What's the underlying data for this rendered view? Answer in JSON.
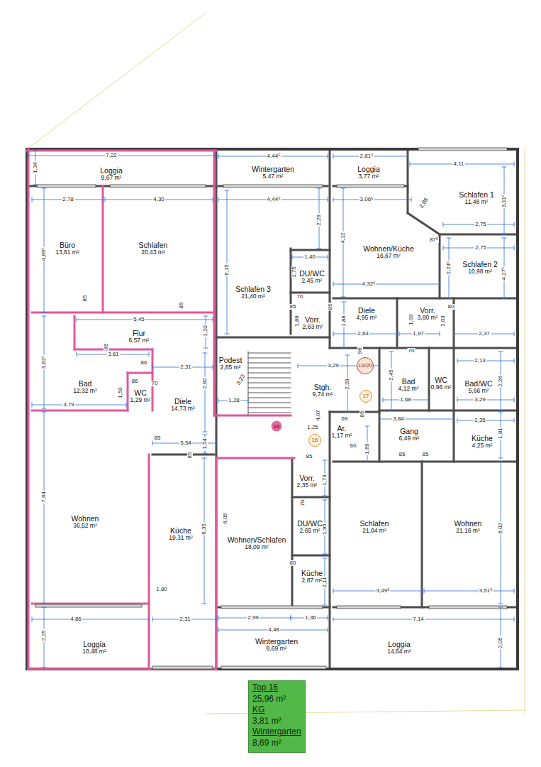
{
  "diagram": {
    "nodes": [
      {
        "text": [
          "Loggia",
          "9,67 m²"
        ]
      },
      {
        "text": [
          "Wintergarten",
          "5,47 m²"
        ]
      },
      {
        "text": [
          "Loggia",
          "3,77 m²"
        ]
      },
      {
        "text": [
          "Schlafen 1",
          "11,48 m²"
        ]
      },
      {
        "text": [
          "Büro",
          "13,61 m²"
        ]
      },
      {
        "text": [
          "Schlafen",
          "20,43 m²"
        ]
      },
      {
        "text": [
          "Schlafen 3",
          "21,40 m²"
        ]
      },
      {
        "text": [
          "DU/WC",
          "2,45 m²"
        ]
      },
      {
        "text": [
          "Wohnen/Küche",
          "16,67 m²"
        ]
      },
      {
        "text": [
          "Schlafen 2",
          "10,98 m²"
        ]
      },
      {
        "text": [
          "Vorr.",
          "2,63 m²"
        ]
      },
      {
        "text": [
          "Diele",
          "4,95 m²"
        ]
      },
      {
        "text": [
          "Vorr.",
          "3,80 m²"
        ]
      },
      {
        "text": [
          "Flur",
          "6,57 m²"
        ]
      },
      {
        "text": [
          "Podest",
          "2,85 m²"
        ]
      },
      {
        "text": [
          "Stgh.",
          "9,74 m²"
        ]
      },
      {
        "text": [
          "Bad",
          "12,32 m²"
        ]
      },
      {
        "text": [
          "WC",
          "1,29 m²"
        ]
      },
      {
        "text": [
          "Diele",
          "14,73 m²"
        ]
      },
      {
        "text": [
          "Bad",
          "4,12 m²"
        ]
      },
      {
        "text": [
          "WC",
          "0,96 m²"
        ]
      },
      {
        "text": [
          "Bad/WC",
          "5,66 m²"
        ]
      },
      {
        "text": [
          "Ar.",
          "1,17 m²"
        ]
      },
      {
        "text": [
          "Gang",
          "6,49 m²"
        ]
      },
      {
        "text": [
          "Küche",
          "4,25 m²"
        ]
      },
      {
        "text": [
          "Vorr.",
          "2,35 m²"
        ]
      },
      {
        "text": [
          "Wohnen",
          "36,52 m²"
        ]
      },
      {
        "text": [
          "Küche",
          "19,31 m²"
        ]
      },
      {
        "text": [
          "Wohnen/Schlafen",
          "18,09 m²"
        ]
      },
      {
        "text": [
          "DU/WC",
          "2,65 m²"
        ]
      },
      {
        "text": [
          "Schlafen",
          "21,04 m²"
        ]
      },
      {
        "text": [
          "Wohnen",
          "21,16 m²"
        ]
      },
      {
        "text": [
          "Küche",
          "2,87 m²"
        ]
      },
      {
        "text": [
          "Loggia",
          "10,48 m²"
        ]
      },
      {
        "text": [
          "Wintergarten",
          "8,69 m²"
        ]
      },
      {
        "text": [
          "Loggia",
          "14,64 m²"
        ]
      },
      {
        "text": [
          "Top 16",
          "25,96 m²",
          "KG",
          "3,81 m²",
          "Wintergarten",
          "8,69 m²"
        ]
      }
    ],
    "labels": [
      "7,22",
      "1,34",
      "2,78",
      "4,30",
      "4,89⁵",
      "85",
      "85",
      "5,45",
      "1,20",
      "3,82⁵",
      "85",
      "3,61",
      "86",
      "86",
      "70",
      "1,50",
      "3,79",
      "2,31",
      "2,82",
      "85",
      "5,54",
      "1,54",
      "85",
      "7,64",
      "1,80",
      "6,35",
      "4,86",
      "2,31",
      "2,25",
      "4,44⁵",
      "4,44⁵",
      "2,26",
      "6,15",
      "1,40",
      "1,75",
      "70",
      "85",
      "85",
      "1,88",
      "3,23",
      "1,28",
      "3,29",
      "4,07",
      "2,28",
      "96",
      "85",
      "69",
      "1,25",
      "60",
      "85",
      "1,73",
      "70",
      "1,95",
      "6,05",
      "60",
      "2,11",
      "2,99",
      "1,36",
      "4,48",
      "2,81⁵",
      "4,11",
      "3,06⁵",
      "3,11⁵",
      "2,88",
      "87⁵",
      "2,75",
      "2,75",
      "2,24⁵",
      "4,27⁵",
      "4,12",
      "4,32⁵",
      "1,88",
      "2,63",
      "1,93",
      "2,03",
      "1,97",
      "2,37",
      "80",
      "70",
      "2,13",
      "2,45",
      "2,26",
      "1,68",
      "3,29",
      "3,84",
      "2,35",
      "1,81",
      "1,69",
      "85",
      "85",
      "6,02",
      "3,49⁵",
      "3,51⁵",
      "7,14",
      "2,05",
      "19/20",
      "17",
      "16",
      "16"
    ]
  }
}
